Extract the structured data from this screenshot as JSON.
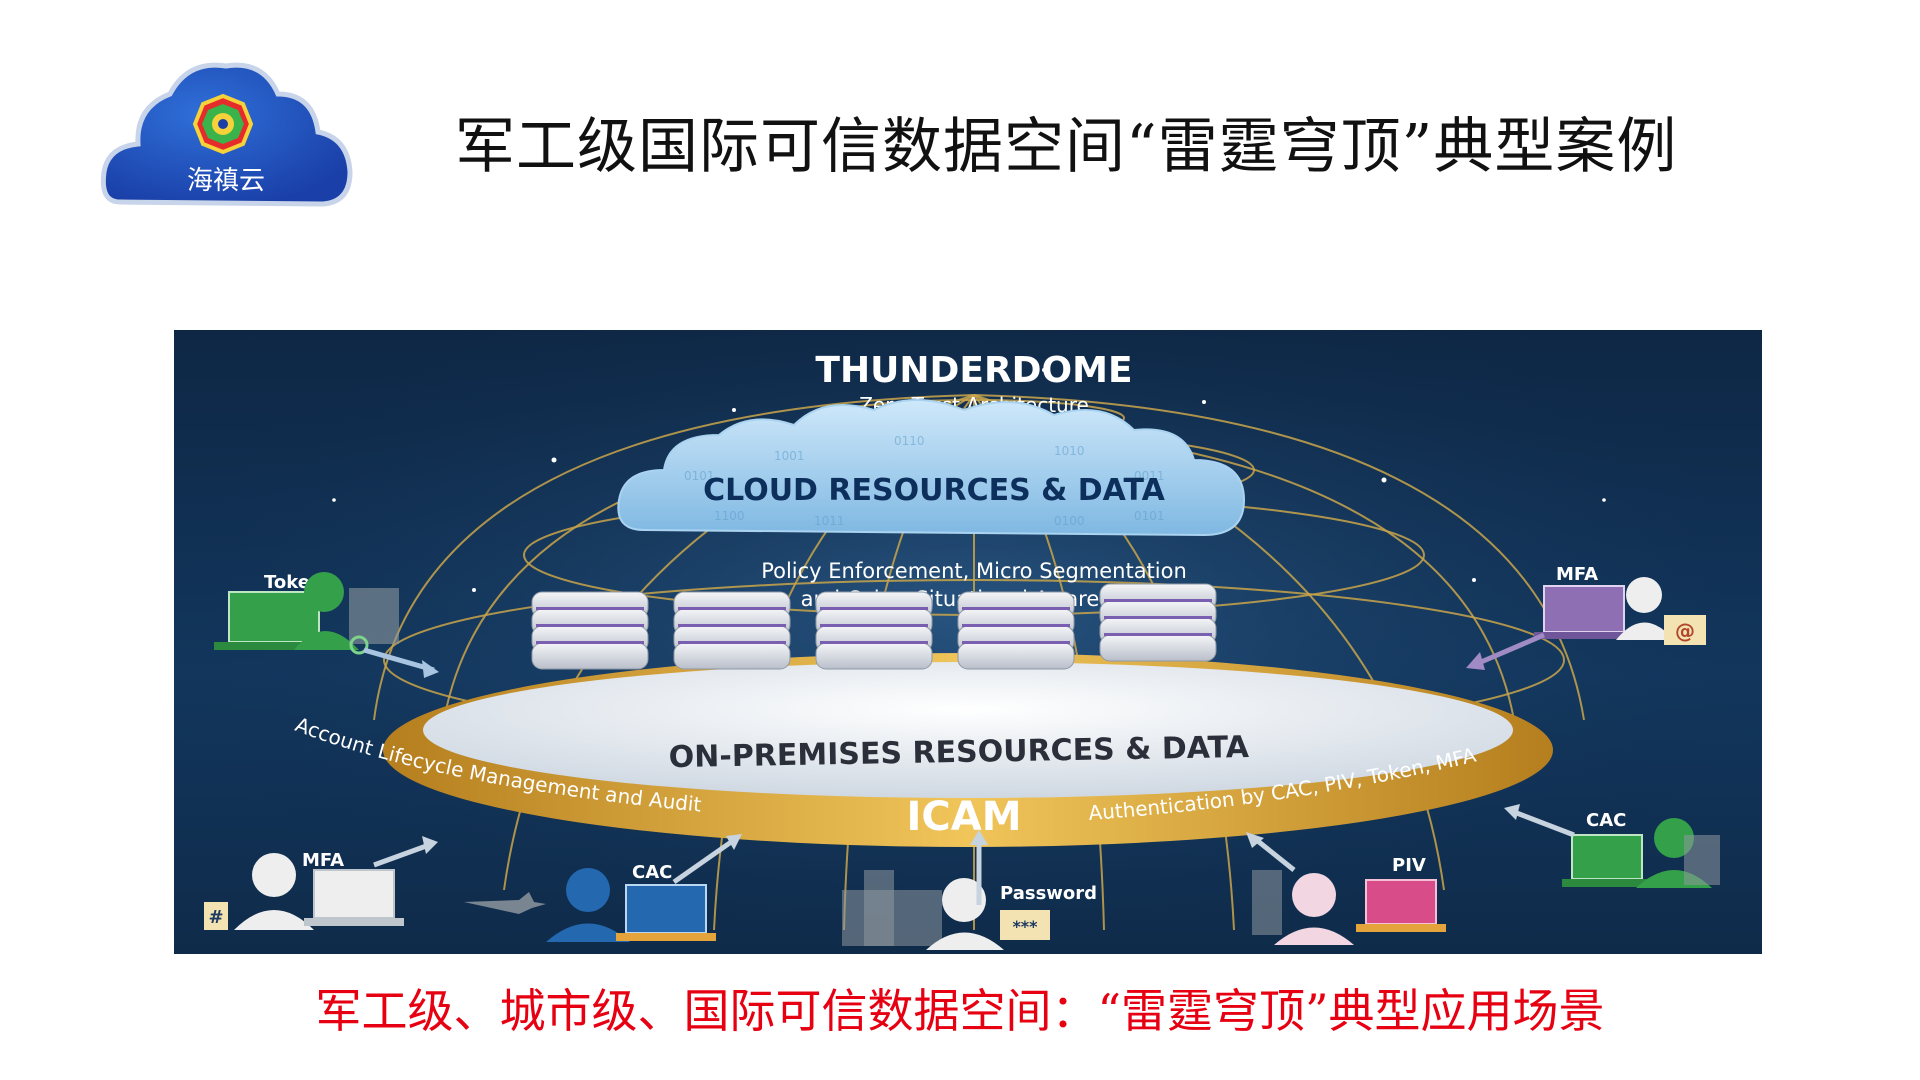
{
  "logo": {
    "text": "海禛云"
  },
  "slide": {
    "title": "军工级国际可信数据空间“雷霆穹顶”典型案例",
    "caption": "军工级、城市级、国际可信数据空间：“雷霆穹顶”典型应用场景"
  },
  "diagram": {
    "title": "THUNDERDOME",
    "subtitle": "Zero Trust Architecture",
    "cloud_label": "CLOUD RESOURCES & DATA",
    "policy_line1": "Policy Enforcement, Micro Segmentation",
    "policy_line2": "and Cyber Situational Awareness",
    "onprem_label": "ON-PREMISES RESOURCES & DATA",
    "ring_left": "Account Lifecycle Management and Audit",
    "ring_center": "ICAM",
    "ring_right": "Authentication by CAC, PIV, Token, MFA",
    "users": {
      "token": "Token",
      "mfa_top_right": "MFA",
      "mfa_bottom_left": "MFA",
      "cac_bottom": "CAC",
      "password": "Password",
      "password_mask": "***",
      "piv": "PIV",
      "cac_right": "CAC",
      "hash_glyph": "#",
      "email_glyph": "@"
    }
  },
  "colors": {
    "background_dark": "#0f2b4a",
    "gold_ring": "#d9a531",
    "cloud": "#8ec3e6",
    "caption_red": "#e60012",
    "user_green": "#35a04a",
    "user_purple": "#8f6fb3",
    "user_blue": "#2468b0",
    "user_pink": "#d94c8a"
  }
}
